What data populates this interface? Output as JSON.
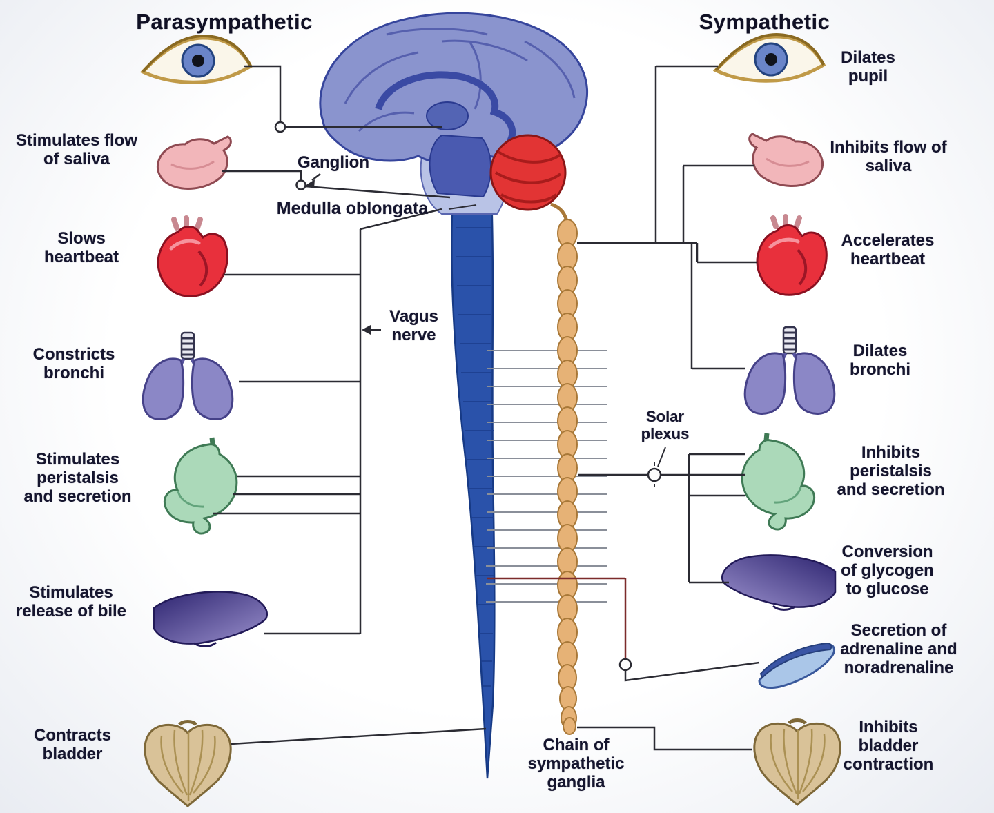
{
  "titles": {
    "left": "Parasympathetic",
    "right": "Sympathetic"
  },
  "center_labels": {
    "ganglion": "Ganglion",
    "medulla_oblongata": "Medulla oblongata",
    "vagus_nerve": "Vagus nerve",
    "solar_plexus": "Solar plexus",
    "sympathetic_chain": "Chain of sympathetic ganglia"
  },
  "parasympathetic_effects": [
    {
      "organ": "salivary-gland",
      "label": "Stimulates flow of saliva"
    },
    {
      "organ": "heart",
      "label": "Slows heartbeat"
    },
    {
      "organ": "lungs",
      "label": "Constricts bronchi"
    },
    {
      "organ": "stomach",
      "label": "Stimulates peristalsis and secretion"
    },
    {
      "organ": "liver",
      "label": "Stimulates release of bile"
    },
    {
      "organ": "bladder",
      "label": "Contracts bladder"
    }
  ],
  "sympathetic_effects": [
    {
      "organ": "eye",
      "label": "Dilates pupil"
    },
    {
      "organ": "salivary-gland",
      "label": "Inhibits flow of saliva"
    },
    {
      "organ": "heart",
      "label": "Accelerates heartbeat"
    },
    {
      "organ": "lungs",
      "label": "Dilates bronchi"
    },
    {
      "organ": "stomach",
      "label": "Inhibits peristalsis and secretion"
    },
    {
      "organ": "liver",
      "label": "Conversion of glycogen to glucose"
    },
    {
      "organ": "adrenal-gland",
      "label": "Secretion of adrenaline and noradrenaline"
    },
    {
      "organ": "bladder",
      "label": "Inhibits bladder contraction"
    }
  ],
  "colors": {
    "brain": "#8a94ce",
    "cerebellum": "#e23434",
    "spinal_cord": "#2a52aa",
    "sympathetic_chain": "#e6b276",
    "heart": "#e8303c",
    "lungs": "#8b87c6",
    "stomach": "#abd9b9",
    "liver_dark": "#2d2470",
    "salivary_gland": "#f2b6ba",
    "bladder": "#d9c298",
    "adrenal_gland": "#aac6e8",
    "eye_iris": "#6a85c9",
    "label_text": "#15152e"
  }
}
